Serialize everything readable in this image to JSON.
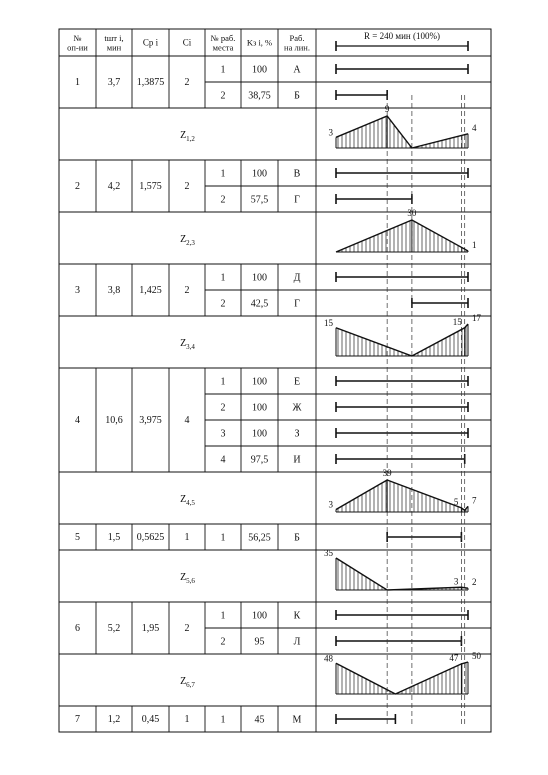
{
  "header": {
    "op_label": "№\nоп-ии",
    "t_label": "tшт i,\nмин",
    "cp_label": "Cр i",
    "c_label": "Ci",
    "place_label": "№ раб.\nместа",
    "k_label": "Kз i, %",
    "worker_label": "Раб.\nна лин.",
    "r_label": "R = 240 мин (100%)"
  },
  "operations": [
    {
      "num": "1",
      "t": "3,7",
      "cp": "1,3875",
      "c": "2",
      "places": [
        {
          "place": "1",
          "k": "100",
          "worker": "А",
          "bar_start": 0,
          "bar_end": 240
        },
        {
          "place": "2",
          "k": "38,75",
          "worker": "Б",
          "bar_start": 0,
          "bar_end": 93
        }
      ]
    },
    {
      "num": "2",
      "t": "4,2",
      "cp": "1,575",
      "c": "2",
      "places": [
        {
          "place": "1",
          "k": "100",
          "worker": "В",
          "bar_start": 0,
          "bar_end": 240
        },
        {
          "place": "2",
          "k": "57,5",
          "worker": "Г",
          "bar_start": 0,
          "bar_end": 138
        }
      ]
    },
    {
      "num": "3",
      "t": "3,8",
      "cp": "1,425",
      "c": "2",
      "places": [
        {
          "place": "1",
          "k": "100",
          "worker": "Д",
          "bar_start": 0,
          "bar_end": 240
        },
        {
          "place": "2",
          "k": "42,5",
          "worker": "Г",
          "bar_start": 138,
          "bar_end": 240
        }
      ]
    },
    {
      "num": "4",
      "t": "10,6",
      "cp": "3,975",
      "c": "4",
      "places": [
        {
          "place": "1",
          "k": "100",
          "worker": "Е",
          "bar_start": 0,
          "bar_end": 240
        },
        {
          "place": "2",
          "k": "100",
          "worker": "Ж",
          "bar_start": 0,
          "bar_end": 240
        },
        {
          "place": "3",
          "k": "100",
          "worker": "З",
          "bar_start": 0,
          "bar_end": 240
        },
        {
          "place": "4",
          "k": "97,5",
          "worker": "И",
          "bar_start": 0,
          "bar_end": 234
        }
      ]
    },
    {
      "num": "5",
      "t": "1,5",
      "cp": "0,5625",
      "c": "1",
      "places": [
        {
          "place": "1",
          "k": "56,25",
          "worker": "Б",
          "bar_start": 93,
          "bar_end": 228
        }
      ]
    },
    {
      "num": "6",
      "t": "5,2",
      "cp": "1,95",
      "c": "2",
      "places": [
        {
          "place": "1",
          "k": "100",
          "worker": "К",
          "bar_start": 0,
          "bar_end": 240
        },
        {
          "place": "2",
          "k": "95",
          "worker": "Л",
          "bar_start": 0,
          "bar_end": 228
        }
      ]
    },
    {
      "num": "7",
      "t": "1,2",
      "cp": "0,45",
      "c": "1",
      "places": [
        {
          "place": "1",
          "k": "45",
          "worker": "М",
          "bar_start": 0,
          "bar_end": 108
        }
      ]
    }
  ],
  "backlogs": [
    {
      "label": "Z1,2",
      "points": [
        {
          "time": 0,
          "value": 3,
          "label": "3"
        },
        {
          "time": 93,
          "value": 9,
          "label": "9"
        },
        {
          "time": 138,
          "value": 0,
          "label": ""
        },
        {
          "time": 240,
          "value": 4,
          "label": "4"
        }
      ]
    },
    {
      "label": "Z2,3",
      "points": [
        {
          "time": 0,
          "value": 0,
          "label": ""
        },
        {
          "time": 138,
          "value": 30,
          "label": "30"
        },
        {
          "time": 240,
          "value": 1,
          "label": "1"
        }
      ]
    },
    {
      "label": "Z3,4",
      "points": [
        {
          "time": 0,
          "value": 15,
          "label": "15"
        },
        {
          "time": 138,
          "value": 0,
          "label": ""
        },
        {
          "time": 234,
          "value": 15,
          "label": "15"
        },
        {
          "time": 240,
          "value": 17,
          "label": "17"
        }
      ]
    },
    {
      "label": "Z4,5",
      "points": [
        {
          "time": 0,
          "value": 3,
          "label": "3"
        },
        {
          "time": 93,
          "value": 39,
          "label": "39"
        },
        {
          "time": 228,
          "value": 5,
          "label": "5"
        },
        {
          "time": 234,
          "value": 2,
          "label": ""
        },
        {
          "time": 240,
          "value": 7,
          "label": "7"
        }
      ]
    },
    {
      "label": "Z5,6",
      "points": [
        {
          "time": 0,
          "value": 35,
          "label": "35"
        },
        {
          "time": 93,
          "value": 0,
          "label": ""
        },
        {
          "time": 228,
          "value": 3,
          "label": "3"
        },
        {
          "time": 240,
          "value": 2,
          "label": "2"
        }
      ]
    },
    {
      "label": "Z6,7",
      "points": [
        {
          "time": 0,
          "value": 48,
          "label": "48"
        },
        {
          "time": 108,
          "value": 0,
          "label": ""
        },
        {
          "time": 228,
          "value": 47,
          "label": "47"
        },
        {
          "time": 240,
          "value": 50,
          "label": "50"
        }
      ]
    }
  ],
  "guide_times": [
    93,
    138,
    228,
    234
  ],
  "period_minutes": 240
}
